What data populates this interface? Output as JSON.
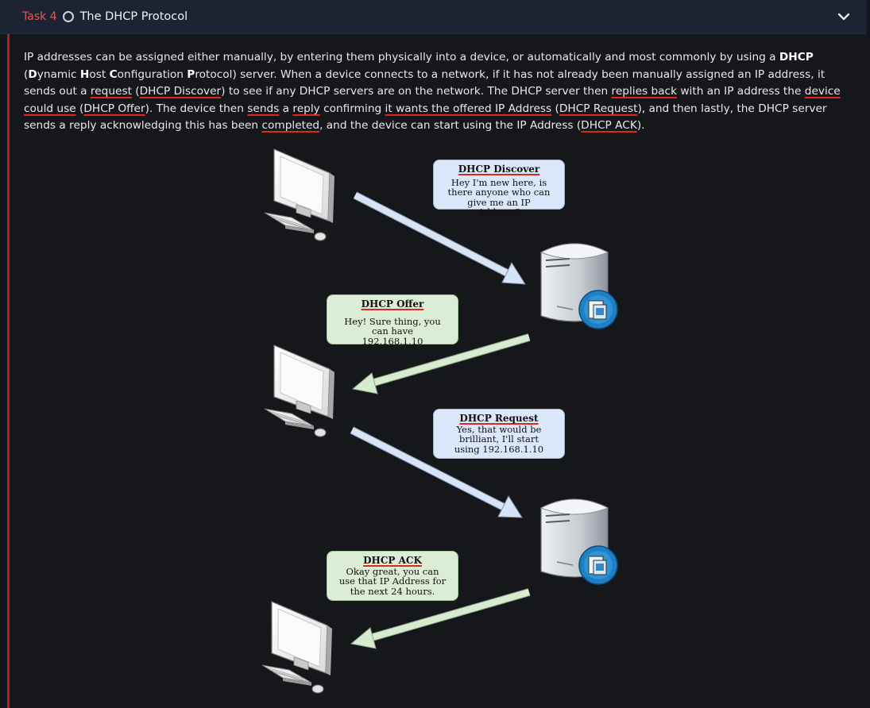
{
  "header": {
    "task_label": "Task 4",
    "title": "The DHCP Protocol"
  },
  "paragraph": {
    "s1": "IP addresses can be assigned either manually, by entering them physically into a device, or automatically and most commonly by using a ",
    "dhcp": "DHCP",
    "p_open": " (",
    "d1": "D",
    "s_ynamic": "ynamic ",
    "h1": "H",
    "s_ost": "ost ",
    "c1": "C",
    "s_onfiguration": "onfiguration ",
    "p1": "P",
    "s_rotocol": "rotocol",
    "s2": ") server. When a device connects to a network, if it has not already been manually assigned an IP address, it sends out a ",
    "u_request": "request",
    "s3": " (",
    "u_dhcp_discover": "DHCP Discover",
    "s4": ") to see if any DHCP servers are on the network. The DHCP server then ",
    "u_replies_back": "replies back",
    "s5": " with an IP address the ",
    "u_device_could_use": "device could use",
    "s6": " (",
    "u_dhcp_offer": "DHCP Offer",
    "s7": "). The device then ",
    "u_sends": "sends",
    "s8": " a ",
    "u_reply": "reply",
    "s9": " confirming ",
    "u_wants": "it wants the offered IP Address",
    "s10": " (",
    "u_dhcp_request": "DHCP Request",
    "s11": "), and then lastly, the DHCP server sends a reply acknowledging this has been ",
    "u_completed": "completed",
    "s12": ", and the device can start using the IP Address (",
    "u_dhcp_ack": "DHCP ACK",
    "s13": ")."
  },
  "diagram": {
    "discover": {
      "title": "DHCP Discover",
      "text": "Hey I'm new here, is there anyone who can give me an IP Address?"
    },
    "offer": {
      "title": "DHCP Offer",
      "text": "Hey! Sure thing, you can have 192.168.1.10"
    },
    "request": {
      "title": "DHCP Request",
      "text": "Yes, that would be brilliant, I'll start using 192.168.1.10"
    },
    "ack": {
      "title": "DHCP ACK",
      "text": "Okay great, you can use that IP Address for the next 24 hours."
    }
  },
  "colors": {
    "accent_red": "#b3201e",
    "task_label": "#e05a53",
    "bubble_blue": "#dbe8fb",
    "bubble_green": "#dcedd6",
    "arrow_blue": "#d6e4f7",
    "arrow_green": "#d6ebcf"
  },
  "icons": [
    "status-circle-icon",
    "chevron-down-icon",
    "computer-icon",
    "server-icon"
  ]
}
